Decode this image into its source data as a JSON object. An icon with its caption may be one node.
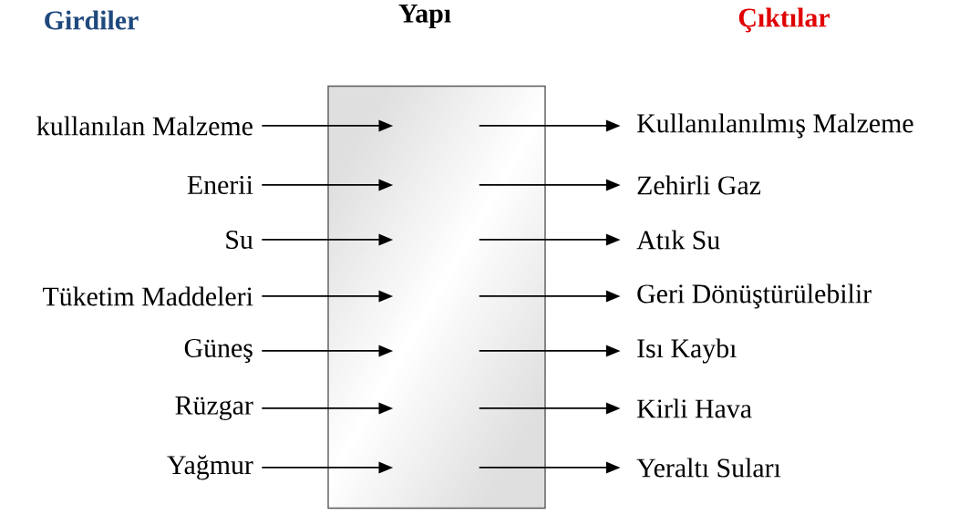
{
  "diagram": {
    "nodes": [
      {
        "text": [
          "Yapı"
        ]
      },
      {
        "text": [
          "kullanılan Malzeme"
        ]
      },
      {
        "text": [
          "Enerii"
        ]
      },
      {
        "text": [
          "Su"
        ]
      },
      {
        "text": [
          "Tüketim Maddeleri"
        ]
      },
      {
        "text": [
          "Güneş"
        ]
      },
      {
        "text": [
          "Rüzgar"
        ]
      },
      {
        "text": [
          "Yağmur"
        ]
      },
      {
        "text": [
          "Kullanılanılmış Malzeme"
        ]
      },
      {
        "text": [
          "Zehirli Gaz"
        ]
      },
      {
        "text": [
          "Atık Su"
        ]
      },
      {
        "text": [
          "Geri Dönüştürülebilir"
        ]
      },
      {
        "text": [
          "Isı Kaybı"
        ]
      },
      {
        "text": [
          "Kirli Hava"
        ]
      },
      {
        "text": [
          "Yeraltı Suları"
        ]
      }
    ],
    "edges": [
      {
        "from": 1,
        "to": 0,
        "arrow": "to"
      },
      {
        "from": 2,
        "to": 0,
        "arrow": "to"
      },
      {
        "from": 3,
        "to": 0,
        "arrow": "to"
      },
      {
        "from": 4,
        "to": 0,
        "arrow": "to"
      },
      {
        "from": 5,
        "to": 0,
        "arrow": "to"
      },
      {
        "from": 6,
        "to": 0,
        "arrow": "to"
      },
      {
        "from": 7,
        "to": 0,
        "arrow": "to"
      },
      {
        "from": 0,
        "to": 8,
        "arrow": "to"
      },
      {
        "from": 0,
        "to": 9,
        "arrow": "to"
      },
      {
        "from": 0,
        "to": 10,
        "arrow": "to"
      },
      {
        "from": 0,
        "to": 11,
        "arrow": "to"
      },
      {
        "from": 0,
        "to": 12,
        "arrow": "to"
      },
      {
        "from": 0,
        "to": 13,
        "arrow": "to"
      },
      {
        "from": 0,
        "to": 14,
        "arrow": "to"
      }
    ],
    "labels": [
      "Girdiler",
      "Çıktılar"
    ]
  }
}
